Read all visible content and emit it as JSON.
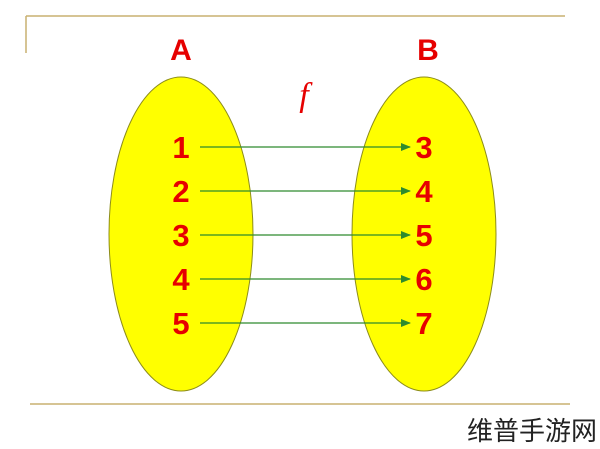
{
  "diagram": {
    "set_a": {
      "label": "A",
      "elements": [
        "1",
        "2",
        "3",
        "4",
        "5"
      ]
    },
    "set_b": {
      "label": "B",
      "elements": [
        "3",
        "4",
        "5",
        "6",
        "7"
      ]
    },
    "function_label": "f",
    "mappings": [
      {
        "from": "1",
        "to": "3"
      },
      {
        "from": "2",
        "to": "4"
      },
      {
        "from": "3",
        "to": "5"
      },
      {
        "from": "4",
        "to": "6"
      },
      {
        "from": "5",
        "to": "7"
      }
    ]
  },
  "watermark": {
    "text": "维普手游网"
  },
  "colors": {
    "set_fill": "#ffff00",
    "set_stroke": "#8c8c1a",
    "set_label": "#e60000",
    "element_text": "#e60000",
    "function_label": "#e60000",
    "arrow": "#2e8b2e",
    "frame_line": "#c8b070"
  }
}
